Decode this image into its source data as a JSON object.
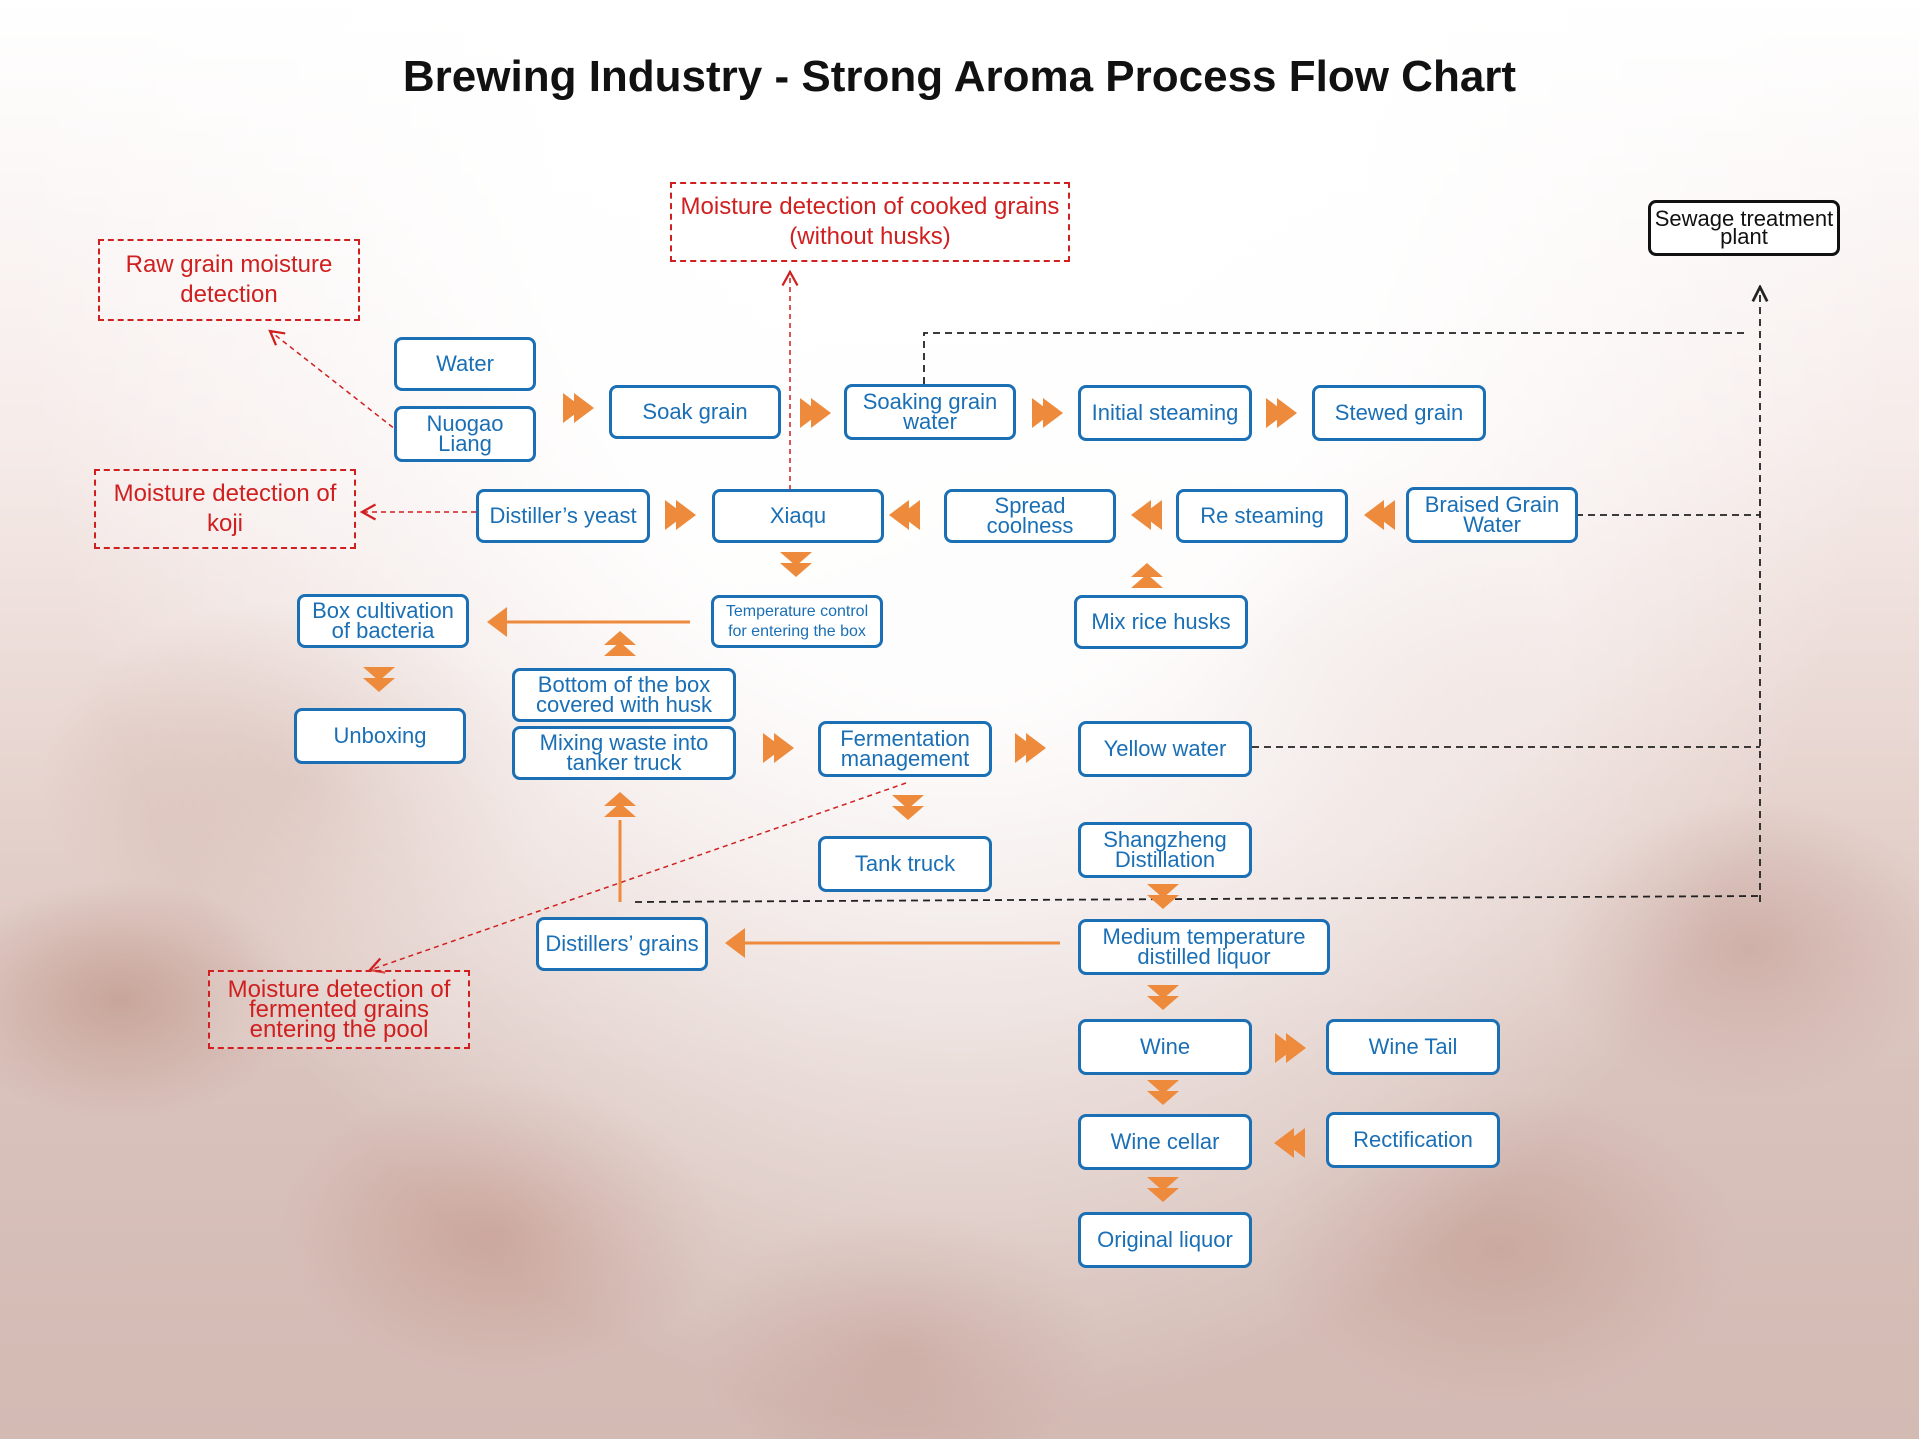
{
  "title": "Brewing Industry - Strong Aroma Process Flow Chart",
  "colors": {
    "node_border": "#1a6fb5",
    "arrow": "#ee8a3c",
    "detection": "#d01f1f",
    "dashed_line": "#222222"
  },
  "detections": {
    "raw_grain": "Raw grain moisture detection",
    "cooked_grains": "Moisture detection of cooked grains (without husks)",
    "koji": "Moisture detection of koji",
    "fermented_grains": "Moisture detection of fermented grains entering the pool"
  },
  "nodes": {
    "sewage": "Sewage treatment plant",
    "water": "Water",
    "nuogao_liang": "Nuogao Liang",
    "soak_grain": "Soak grain",
    "soaking_grain_water": "Soaking grain water",
    "initial_steaming": "Initial steaming",
    "stewed_grain": "Stewed grain",
    "distillers_yeast": "Distiller’s yeast",
    "xiaqu": "Xiaqu",
    "spread_coolness": "Spread coolness",
    "re_steaming": "Re steaming",
    "braised_grain_water": "Braised Grain Water",
    "box_cultivation": "Box cultivation of bacteria",
    "temperature_control": "Temperature control for entering the box",
    "mix_rice_husks": "Mix rice husks",
    "unboxing": "Unboxing",
    "bottom_box_husk": "Bottom of the box covered with husk",
    "mixing_waste": "Mixing waste into tanker truck",
    "fermentation_management": "Fermentation management",
    "yellow_water": "Yellow water",
    "tank_truck": "Tank truck",
    "shangzheng_distillation": "Shangzheng Distillation",
    "distillers_grains": "Distillers’ grains",
    "medium_temperature_liquor": "Medium temperature distilled liquor",
    "wine": "Wine",
    "wine_tail": "Wine Tail",
    "wine_cellar": "Wine cellar",
    "rectification": "Rectification",
    "original_liquor": "Original liquor"
  }
}
